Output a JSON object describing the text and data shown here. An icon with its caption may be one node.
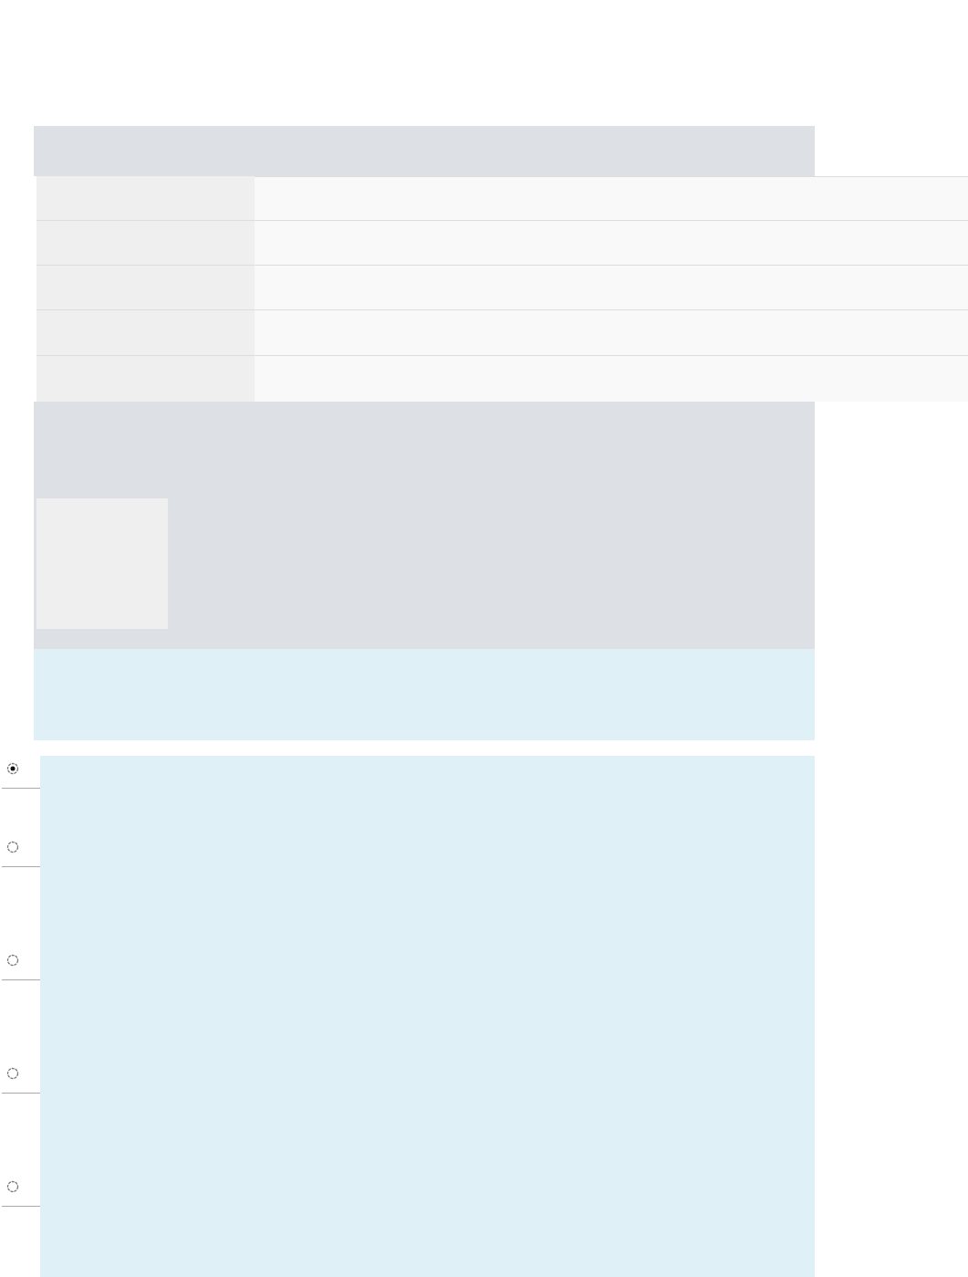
{
  "diagram": {
    "nodes": [
      {
        "text": [],
        "shape": "bar"
      },
      {
        "text": [],
        "shape": "box"
      },
      {
        "text": [],
        "shape": "box"
      },
      {
        "text": [],
        "shape": "box"
      },
      {
        "text": [],
        "shape": "box"
      },
      {
        "text": [],
        "shape": "box"
      },
      {
        "text": [],
        "shape": "box"
      },
      {
        "text": [],
        "shape": "box"
      },
      {
        "text": [],
        "shape": "box"
      },
      {
        "text": [],
        "shape": "box"
      },
      {
        "text": [],
        "shape": "box"
      },
      {
        "text": [],
        "shape": "box"
      },
      {
        "text": [],
        "shape": "box",
        "in": 11
      },
      {
        "text": [],
        "shape": "box"
      },
      {
        "text": [],
        "shape": "box"
      },
      {
        "text": [],
        "shape": "circle"
      },
      {
        "text": [],
        "shape": "circle"
      },
      {
        "text": [],
        "shape": "circle"
      },
      {
        "text": [],
        "shape": "circle"
      },
      {
        "text": [],
        "shape": "circle"
      }
    ]
  }
}
